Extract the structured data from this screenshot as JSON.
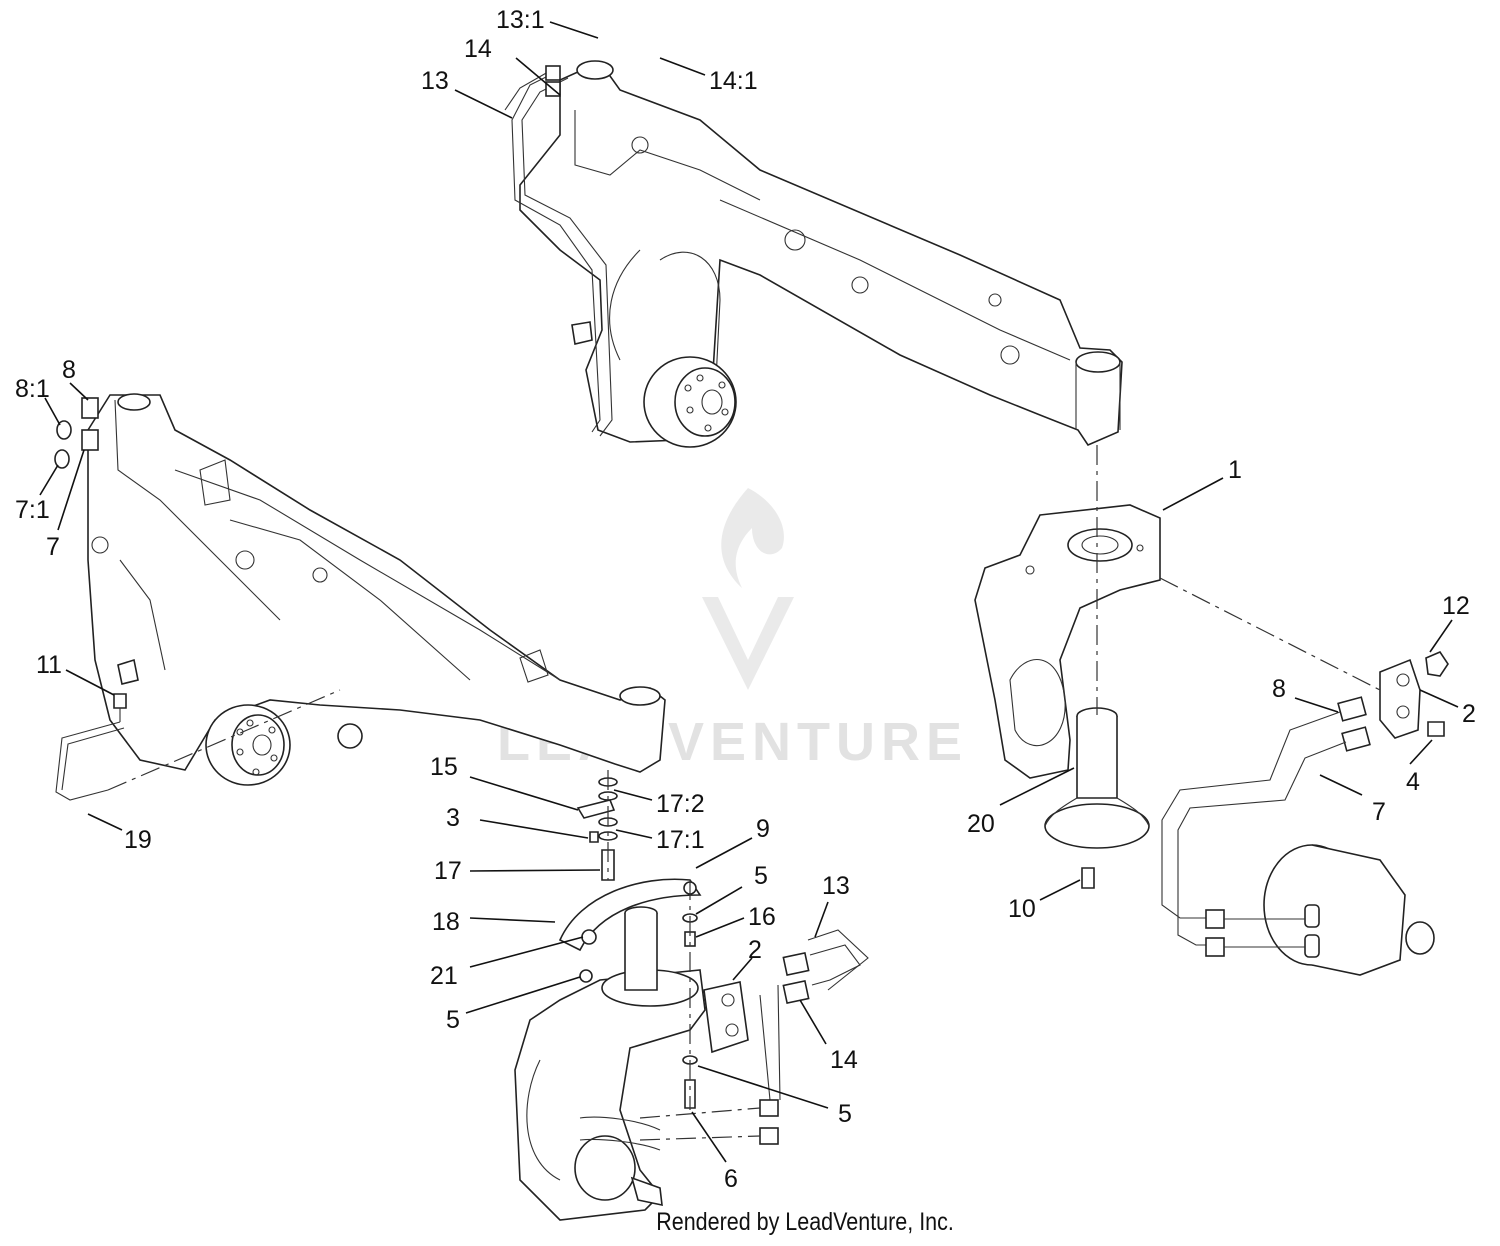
{
  "callouts": [
    {
      "id": "c-13-1-top",
      "text": "13:1"
    },
    {
      "id": "c-14-top",
      "text": "14"
    },
    {
      "id": "c-13-top",
      "text": "13"
    },
    {
      "id": "c-14-1-top",
      "text": "14:1"
    },
    {
      "id": "c-8-1-left",
      "text": "8:1"
    },
    {
      "id": "c-8-left",
      "text": "8"
    },
    {
      "id": "c-7-1-left",
      "text": "7:1"
    },
    {
      "id": "c-7-left",
      "text": "7"
    },
    {
      "id": "c-11",
      "text": "11"
    },
    {
      "id": "c-19",
      "text": "19"
    },
    {
      "id": "c-1",
      "text": "1"
    },
    {
      "id": "c-12",
      "text": "12"
    },
    {
      "id": "c-8-right",
      "text": "8"
    },
    {
      "id": "c-2-right",
      "text": "2"
    },
    {
      "id": "c-4",
      "text": "4"
    },
    {
      "id": "c-7-right",
      "text": "7"
    },
    {
      "id": "c-20",
      "text": "20"
    },
    {
      "id": "c-10",
      "text": "10"
    },
    {
      "id": "c-15",
      "text": "15"
    },
    {
      "id": "c-17-2",
      "text": "17:2"
    },
    {
      "id": "c-3",
      "text": "3"
    },
    {
      "id": "c-17-1",
      "text": "17:1"
    },
    {
      "id": "c-9",
      "text": "9"
    },
    {
      "id": "c-17",
      "text": "17"
    },
    {
      "id": "c-5-a",
      "text": "5"
    },
    {
      "id": "c-13-bottom",
      "text": "13"
    },
    {
      "id": "c-18",
      "text": "18"
    },
    {
      "id": "c-16",
      "text": "16"
    },
    {
      "id": "c-2-bottom",
      "text": "2"
    },
    {
      "id": "c-21",
      "text": "21"
    },
    {
      "id": "c-5-b",
      "text": "5"
    },
    {
      "id": "c-14-bottom",
      "text": "14"
    },
    {
      "id": "c-5-c",
      "text": "5"
    },
    {
      "id": "c-6",
      "text": "6"
    }
  ],
  "watermark": {
    "brand": "LEADVENTURE"
  },
  "footer": {
    "text": "Rendered by LeadVenture, Inc."
  }
}
